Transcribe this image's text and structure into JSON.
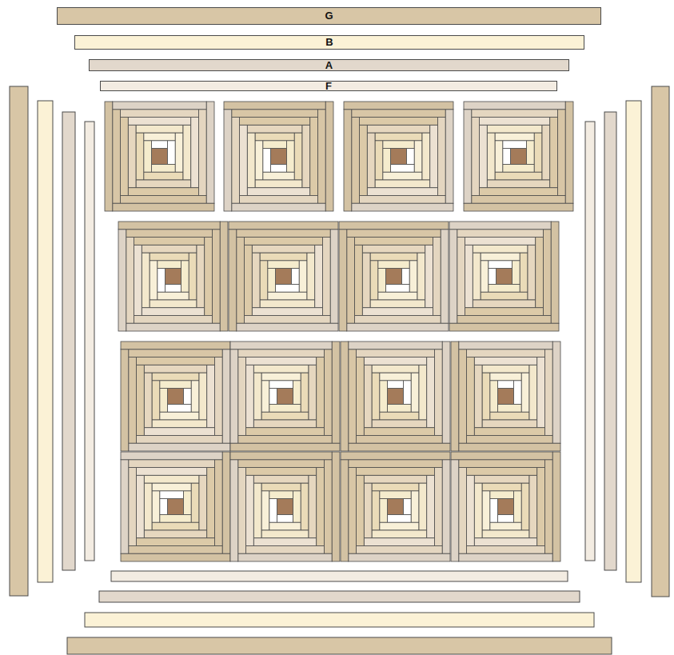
{
  "diagram": {
    "nodes": [
      {
        "text": [
          "G"
        ]
      },
      {
        "text": [
          "B"
        ]
      },
      {
        "text": [
          "A"
        ]
      },
      {
        "text": [
          "F"
        ]
      }
    ]
  }
}
